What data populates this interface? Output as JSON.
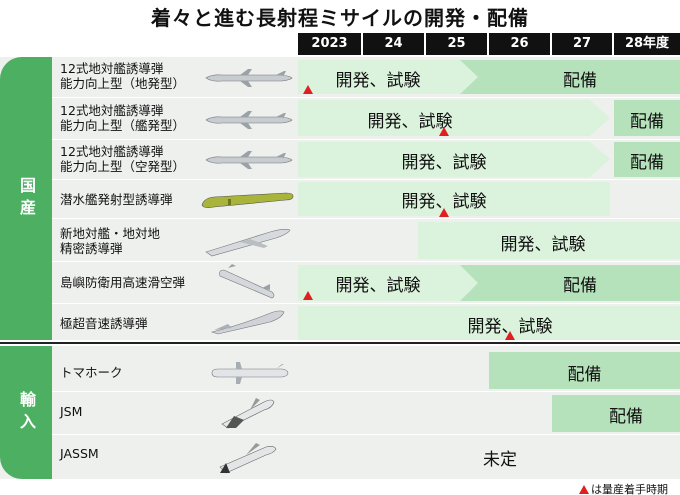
{
  "title": "着々と進む長射程ミサイルの開発・配備",
  "years": [
    "2023",
    "24",
    "25",
    "26",
    "27",
    "28年度"
  ],
  "categories": {
    "domestic": "国産",
    "import": "輸入"
  },
  "rows": [
    {
      "name_line1": "12式地対艦誘導弾",
      "name_line2": "能力向上型（地発型）",
      "bar1": "開発、試験",
      "bar2": "配備"
    },
    {
      "name_line1": "12式地対艦誘導弾",
      "name_line2": "能力向上型（艦発型）",
      "bar1": "開発、試験",
      "bar2": "配備"
    },
    {
      "name_line1": "12式地対艦誘導弾",
      "name_line2": "能力向上型（空発型）",
      "bar1": "開発、試験",
      "bar2": "配備"
    },
    {
      "name_line1": "潜水艦発射型誘導弾",
      "name_line2": "",
      "bar1": "開発、試験"
    },
    {
      "name_line1": "新地対艦・地対地",
      "name_line2": "精密誘導弾",
      "bar1": "開発、試験"
    },
    {
      "name_line1": "島嶼防衛用高速滑空弾",
      "name_line2": "",
      "bar1": "開発、試験",
      "bar2": "配備"
    },
    {
      "name_line1": "極超音速誘導弾",
      "name_line2": "",
      "bar1": "開発、試験"
    },
    {
      "name_line1": "トマホーク",
      "name_line2": "",
      "bar1": "配備"
    },
    {
      "name_line1": "JSM",
      "name_line2": "",
      "bar1": "配備"
    },
    {
      "name_line1": "JASSM",
      "name_line2": "",
      "bar1": "未定"
    }
  ],
  "footnote": "は量産着手時期",
  "colors": {
    "accent": "#4caf62",
    "bar_light": "#dbf2dc",
    "bar_dark": "#b6e2bb",
    "marker": "#e02020"
  }
}
